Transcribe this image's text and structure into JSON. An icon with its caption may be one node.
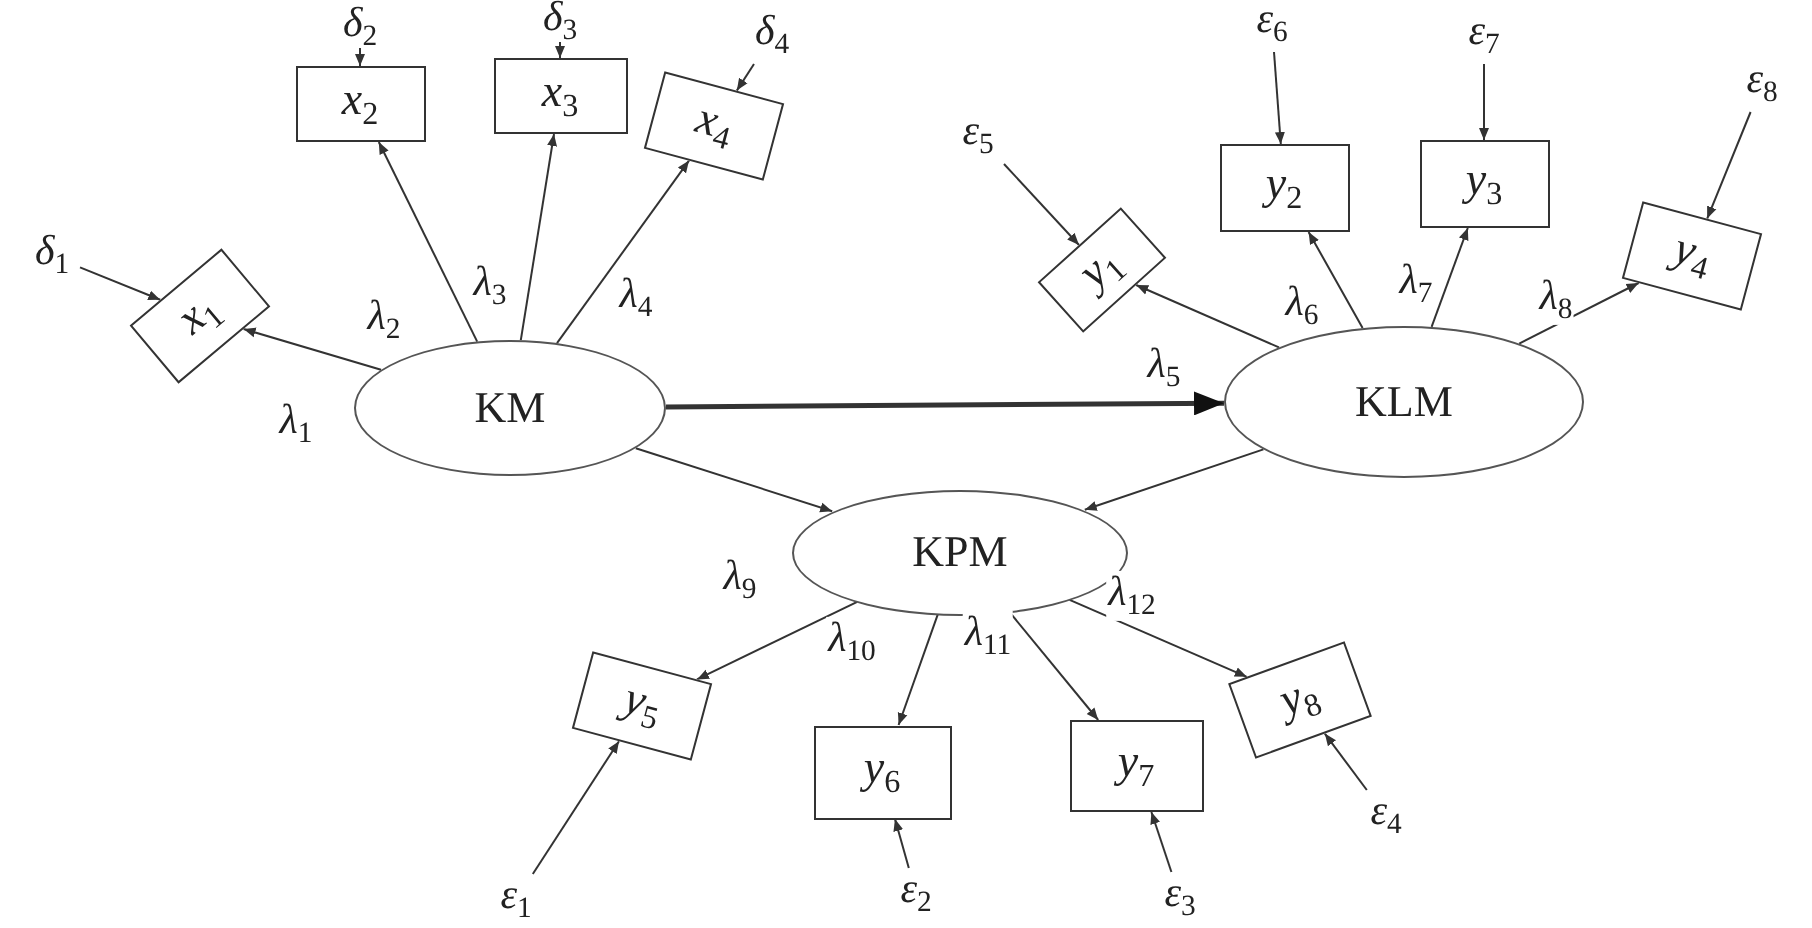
{
  "diagram": {
    "nodes": [
      {
        "text": [
          "*δ*$_{1}$"
        ]
      },
      {
        "text": [
          "*δ*$_{2}$"
        ]
      },
      {
        "text": [
          "*δ*$_{3}$"
        ]
      },
      {
        "text": [
          "*δ*$_{4}$"
        ]
      },
      {
        "text": [
          "*ε*$_{5}$"
        ]
      },
      {
        "text": [
          "*ε*$_{6}$"
        ]
      },
      {
        "text": [
          "*ε*$_{7}$"
        ]
      },
      {
        "text": [
          "*ε*$_{8}$"
        ]
      },
      {
        "text": [
          "*x*$_{2}$"
        ]
      },
      {
        "text": [
          "*x*$_{3}$"
        ]
      },
      {
        "text": [
          "*x*$_{4}$"
        ]
      },
      {
        "text": [
          "*y*$_{2}$"
        ]
      },
      {
        "text": [
          "*y*$_{3}$"
        ]
      },
      {
        "text": [
          "*x*$_{1}$"
        ]
      },
      {
        "text": [
          "*y*$_{1}$"
        ]
      },
      {
        "text": [
          "*y*$_{4}$"
        ]
      },
      {
        "text": [
          "KM"
        ]
      },
      {
        "text": [
          "KLM"
        ]
      },
      {
        "text": [
          "KPM"
        ]
      },
      {
        "text": [
          "*y*$_{5}$"
        ]
      },
      {
        "text": [
          "*y*$_{8}$"
        ]
      },
      {
        "text": [
          "*y*$_{6}$"
        ]
      },
      {
        "text": [
          "*y*$_{7}$"
        ]
      },
      {
        "text": [
          "*ε*$_{1}$"
        ]
      },
      {
        "text": [
          "*ε*$_{4}$"
        ]
      },
      {
        "text": [
          "*ε*$_{2}$"
        ]
      },
      {
        "text": [
          "*ε*$_{3}$"
        ]
      }
    ],
    "edges": [
      {
        "from": 0,
        "to": 13,
        "arrow": "to"
      },
      {
        "from": 1,
        "to": 8,
        "arrow": "to"
      },
      {
        "from": 2,
        "to": 9,
        "arrow": "to"
      },
      {
        "from": 3,
        "to": 10,
        "arrow": "to"
      },
      {
        "from": 4,
        "to": 14,
        "arrow": "to"
      },
      {
        "from": 5,
        "to": 11,
        "arrow": "to"
      },
      {
        "from": 6,
        "to": 12,
        "arrow": "to"
      },
      {
        "from": 7,
        "to": 15,
        "arrow": "to"
      },
      {
        "from": 16,
        "to": 13,
        "arrow": "to",
        "label": "*λ*$_{1}$"
      },
      {
        "from": 16,
        "to": 8,
        "arrow": "to",
        "label": "*λ*$_{2}$"
      },
      {
        "from": 16,
        "to": 9,
        "arrow": "to",
        "label": "*λ*$_{3}$"
      },
      {
        "from": 16,
        "to": 10,
        "arrow": "to",
        "label": "*λ*$_{4}$"
      },
      {
        "from": 17,
        "to": 14,
        "arrow": "to",
        "label": "*λ*$_{5}$"
      },
      {
        "from": 17,
        "to": 11,
        "arrow": "to",
        "label": "*λ*$_{6}$"
      },
      {
        "from": 17,
        "to": 12,
        "arrow": "to",
        "label": "*λ*$_{7}$"
      },
      {
        "from": 17,
        "to": 15,
        "arrow": "to",
        "label": "*λ*$_{8}$"
      },
      {
        "from": 16,
        "to": 17,
        "arrow": "to",
        "style": "thick"
      },
      {
        "from": 16,
        "to": 18,
        "arrow": "to"
      },
      {
        "from": 17,
        "to": 18,
        "arrow": "to"
      },
      {
        "from": 18,
        "to": 19,
        "arrow": "to",
        "label": "*λ*$_{9}$"
      },
      {
        "from": 18,
        "to": 21,
        "arrow": "to",
        "label": "*λ*$_{10}$"
      },
      {
        "from": 18,
        "to": 22,
        "arrow": "to",
        "label": "*λ*$_{11}$"
      },
      {
        "from": 18,
        "to": 20,
        "arrow": "to",
        "label": "*λ*$_{12}$"
      },
      {
        "from": 23,
        "to": 19,
        "arrow": "to"
      },
      {
        "from": 25,
        "to": 21,
        "arrow": "to"
      },
      {
        "from": 26,
        "to": 22,
        "arrow": "to"
      },
      {
        "from": 24,
        "to": 20,
        "arrow": "to"
      }
    ]
  }
}
